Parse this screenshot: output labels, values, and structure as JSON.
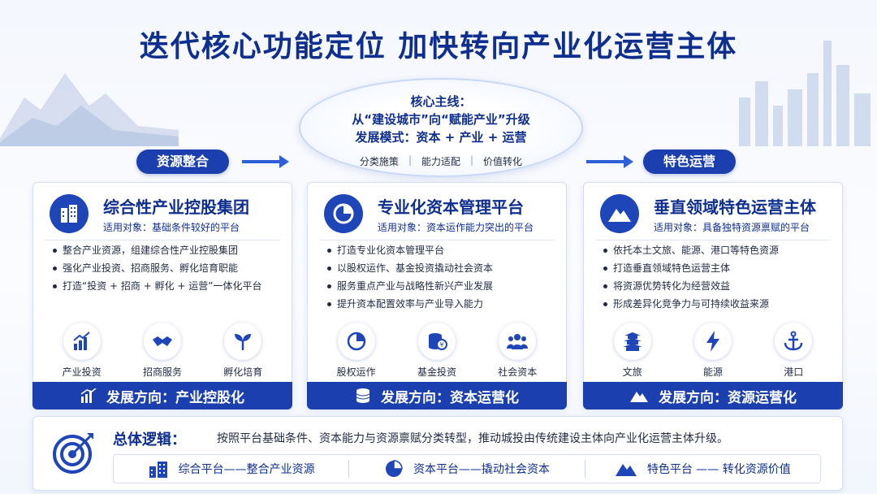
{
  "title": "迭代核心功能定位  加快转向产业化运营主体",
  "core": {
    "line1": "核心主线：",
    "line2": "从“建设城市”向“赋能产业”升级",
    "line3": "发展模式：资本 + 产业 + 运营",
    "tags": [
      "分类施策",
      "能力适配",
      "价值转化"
    ]
  },
  "pills": {
    "left": "资源整合",
    "right": "特色运营"
  },
  "cards": [
    {
      "title": "综合性产业控股集团",
      "subtitle": "适用对象：基础条件较好的平台",
      "bullets": [
        "整合产业资源，组建综合性产业控股集团",
        "强化产业投资、招商服务、孵化培育职能",
        "打造“投资 + 招商 + 孵化 + 运营”一体化平台"
      ],
      "icons": [
        {
          "label": "产业投资",
          "icon": "growth-chart-icon"
        },
        {
          "label": "招商服务",
          "icon": "handshake-icon"
        },
        {
          "label": "孵化培育",
          "icon": "sprout-icon"
        }
      ],
      "footer": "发展方向：产业控股化"
    },
    {
      "title": "专业化资本管理平台",
      "subtitle": "适用对象：资本运作能力突出的平台",
      "bullets": [
        "打造专业化资本管理平台",
        "以股权运作、基金投资撬动社会资本",
        "服务重点产业与战略性新兴产业发展",
        "提升资本配置效率与产业导入能力"
      ],
      "icons": [
        {
          "label": "股权运作",
          "icon": "pie-chart-icon"
        },
        {
          "label": "基金投资",
          "icon": "coin-stack-icon"
        },
        {
          "label": "社会资本",
          "icon": "people-group-icon"
        }
      ],
      "footer": "发展方向：资本运营化"
    },
    {
      "title": "垂直领域特色运营主体",
      "subtitle": "适用对象：具备独特资源禀赋的平台",
      "bullets": [
        "依托本土文旅、能源、港口等特色资源",
        "打造垂直领域特色运营主体",
        "将资源优势转化为经营效益",
        "形成差异化竞争力与可持续收益来源"
      ],
      "icons": [
        {
          "label": "文旅",
          "icon": "pagoda-icon"
        },
        {
          "label": "能源",
          "icon": "lightning-icon"
        },
        {
          "label": "港口",
          "icon": "anchor-icon"
        }
      ],
      "footer": "发展方向：资源运营化"
    }
  ],
  "bottom": {
    "label": "总体逻辑：",
    "text": "按照平台基础条件、资本能力与资源禀赋分类转型，推动城投由传统建设主体向产业化运营主体升级。",
    "items": [
      {
        "text": "综合平台——整合产业资源",
        "icon": "building-icon"
      },
      {
        "text": "资本平台——撬动社会资本",
        "icon": "pie-chart-icon"
      },
      {
        "text": "特色平台 —— 转化资源价值",
        "icon": "mountain-icon"
      }
    ]
  },
  "colors": {
    "primary": "#1b3fae",
    "title": "#0f2f8f",
    "accent": "#2f5fd8"
  }
}
